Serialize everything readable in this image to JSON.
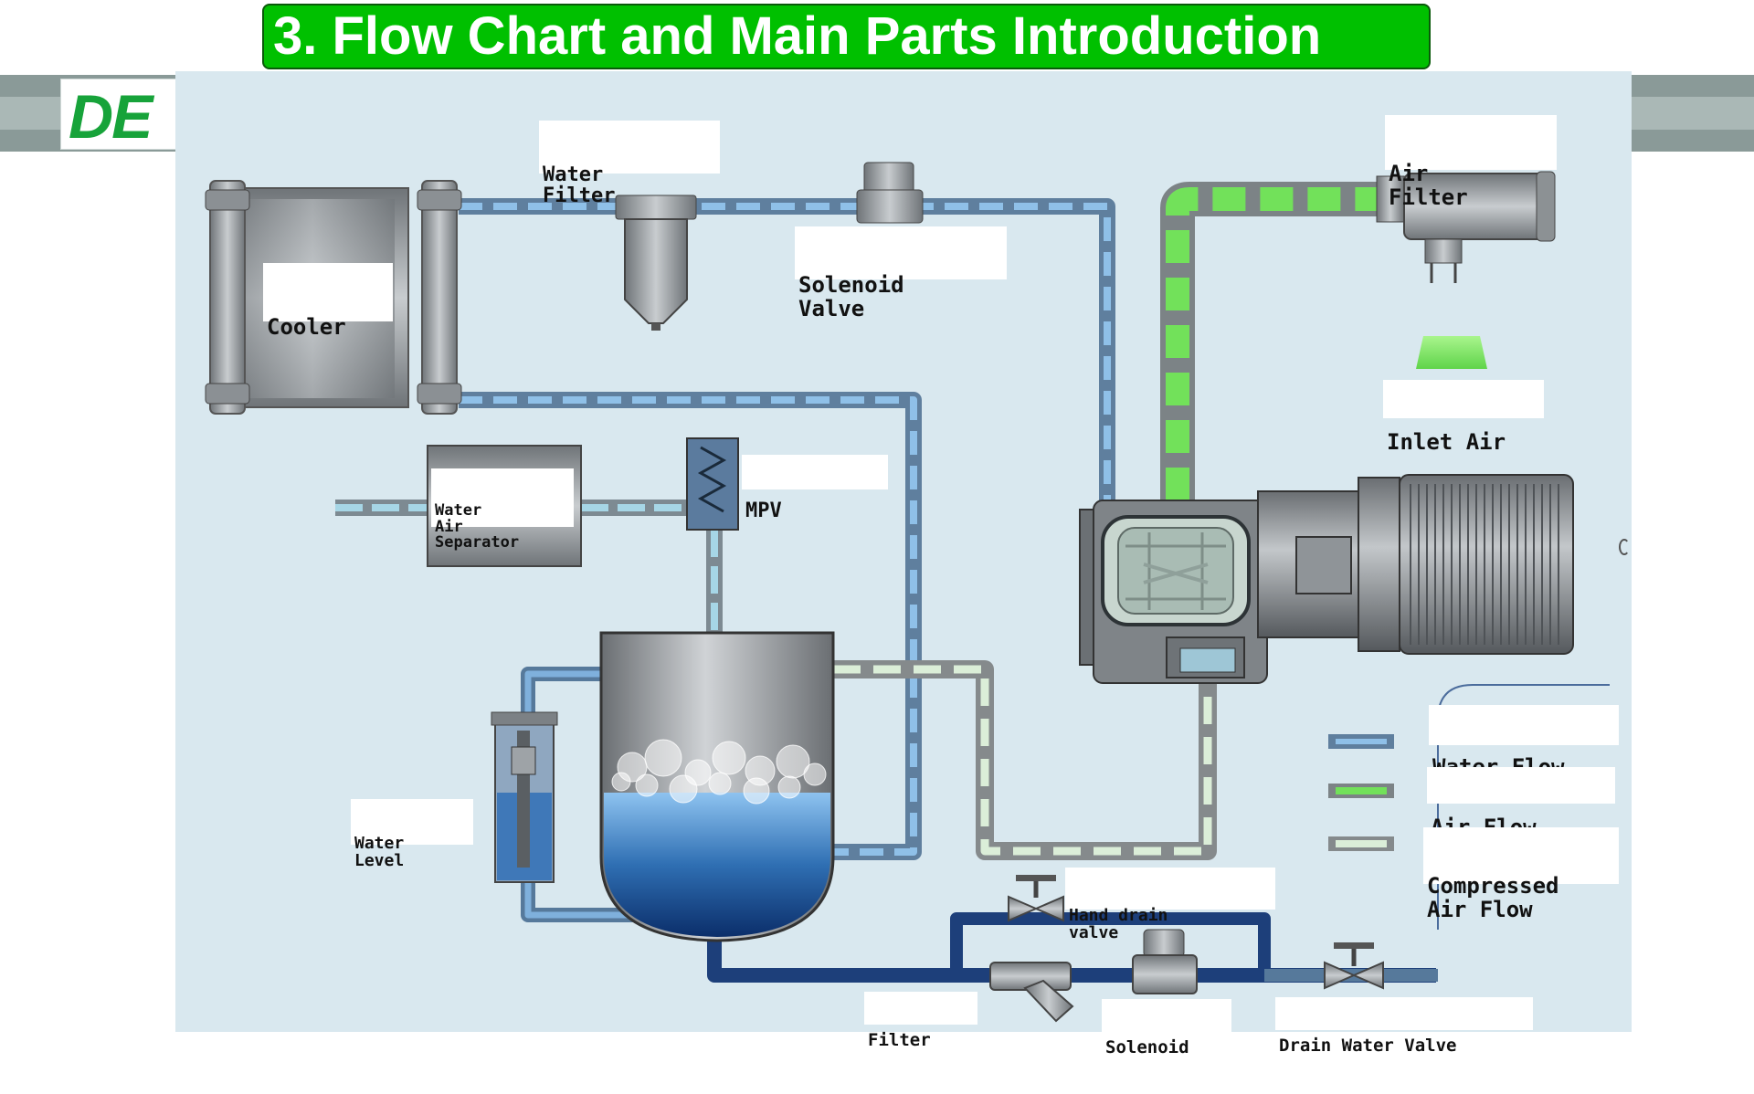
{
  "slide": {
    "title": "3. Flow Chart and Main Parts Introduction",
    "logo_text": "DE",
    "colors": {
      "title_bg": "#00c000",
      "logo_green": "#17a33a",
      "water_flow": "#6fa6d8",
      "air_flow": "#7ee45e",
      "compressed_air_flow": "#cfe5cc",
      "drain_pipe": "#1d3f7a"
    }
  },
  "diagram": {
    "labels": {
      "water_filter": [
        "Water",
        "Filter"
      ],
      "solenoid_valve": [
        "Solenoid",
        "Valve"
      ],
      "air_filter": [
        "Air",
        "Filter"
      ],
      "cooler": "Cooler",
      "inlet_air": "Inlet Air",
      "water_air_separator": [
        "Water",
        "Air",
        "Separator"
      ],
      "mpv": "MPV",
      "water_level": [
        "Water",
        "Level"
      ],
      "hand_drain_valve": [
        "Hand drain",
        "valve"
      ],
      "filter": "Filter",
      "solenoid": "Solenoid",
      "drain_water_valve": "Drain Water Valve"
    },
    "legend": {
      "water_flow": "Water Flow",
      "air_flow": "Air Flow",
      "compressed_air_flow": [
        "Compressed",
        "Air Flow"
      ]
    }
  }
}
